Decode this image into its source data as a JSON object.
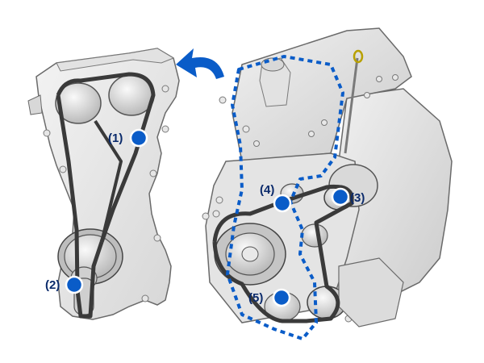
{
  "colors": {
    "accent_blue": "#0a5cc8",
    "label_text": "#0a2a6b",
    "metal_light": "#ececec",
    "metal_mid": "#cfcfcf",
    "metal_dark": "#9a9a9a",
    "belt": "#3a3a3a",
    "outline": "#6a6a6a"
  },
  "icons": {
    "arrow": "curved-arrow-left-icon",
    "marker": "blue-dot-marker-icon"
  },
  "callouts": [
    {
      "id": "1",
      "label": "(1)"
    },
    {
      "id": "2",
      "label": "(2)"
    },
    {
      "id": "3",
      "label": "(3)"
    },
    {
      "id": "4",
      "label": "(4)"
    },
    {
      "id": "5",
      "label": "(5)"
    }
  ]
}
